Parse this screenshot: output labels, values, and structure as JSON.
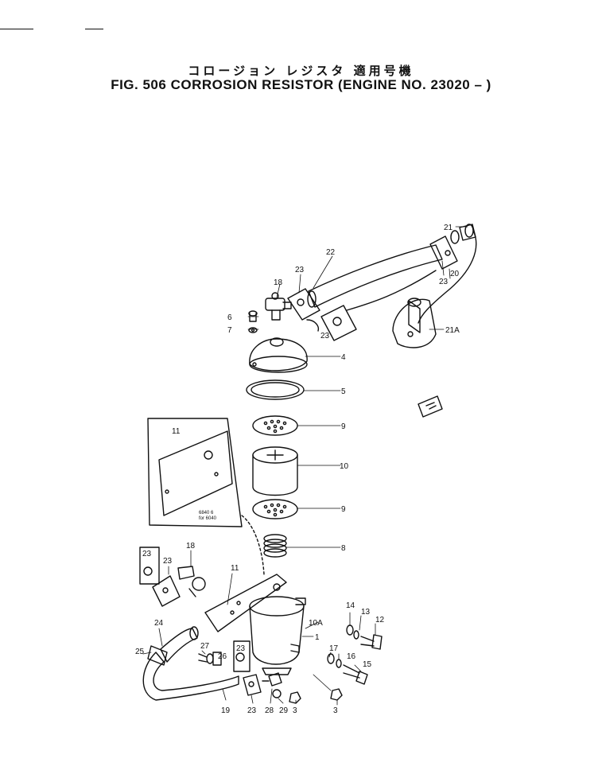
{
  "header": {
    "title_jp": "コロージョン レジスタ 適用号機",
    "title_en": "FIG. 506 CORROSION RESISTOR (ENGINE NO. 23020 – )"
  },
  "callouts": {
    "c21": "21",
    "c22": "22",
    "c20": "20",
    "c23a": "23",
    "c23b": "23",
    "c23c": "23",
    "c18a": "18",
    "c6": "6",
    "c7": "7",
    "c21a": "21A",
    "c4": "4",
    "c5": "5",
    "c9a": "9",
    "c10": "10",
    "c9b": "9",
    "c8": "8",
    "c11a": "11",
    "c11b": "11",
    "c23d": "23",
    "c23e": "23",
    "c18b": "18",
    "c14": "14",
    "c13": "13",
    "c12": "12",
    "c10a": "10A",
    "c1": "1",
    "c24": "24",
    "c27": "27",
    "c26": "26",
    "c23f": "23",
    "c17": "17",
    "c16": "16",
    "c15": "15",
    "c25": "25",
    "c19": "19",
    "c23g": "23",
    "c28": "28",
    "c29": "29",
    "c3a": "3",
    "c3b": "3"
  },
  "inset_note": {
    "line1": "6840 6",
    "line2": "for 6040"
  }
}
